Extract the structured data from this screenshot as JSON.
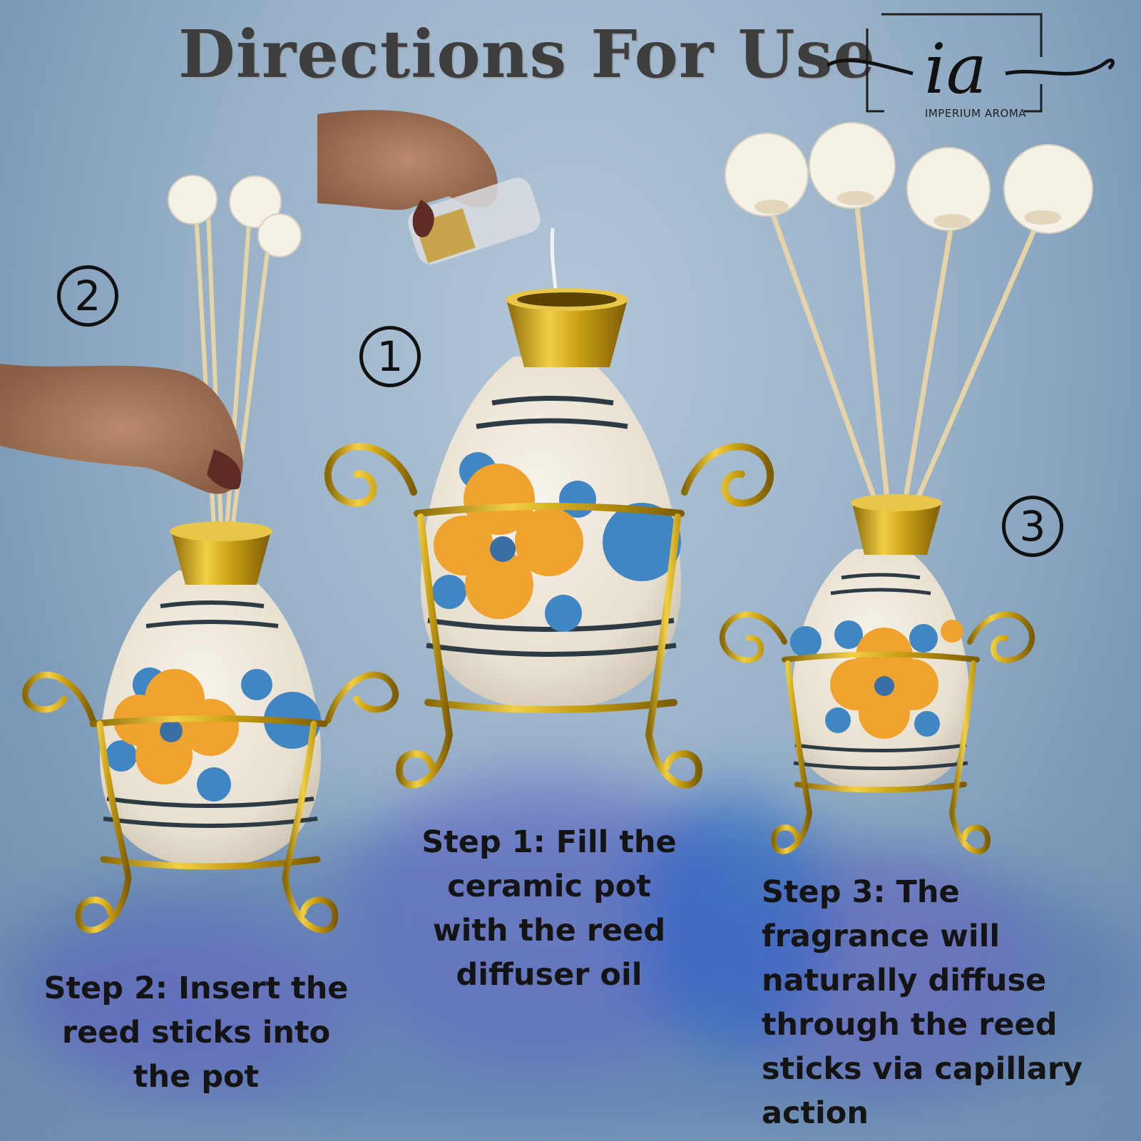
{
  "title": "Directions For Use",
  "brand": {
    "monogram": "ia",
    "tagline": "IMPERIUM AROMA"
  },
  "steps": [
    {
      "number": "1",
      "caption": "Step 1: Fill the ceramic pot with the reed diffuser oil"
    },
    {
      "number": "2",
      "caption": "Step 2: Insert the reed sticks into the pot"
    },
    {
      "number": "3",
      "caption": "Step 3: The fragrance will naturally diffuse through the reed sticks via capillary action"
    }
  ],
  "colors": {
    "gold": "#c79a14",
    "orange": "#f0a22e",
    "blue": "#3f86c2",
    "cream": "#efe9dd",
    "ink": "#141414"
  }
}
